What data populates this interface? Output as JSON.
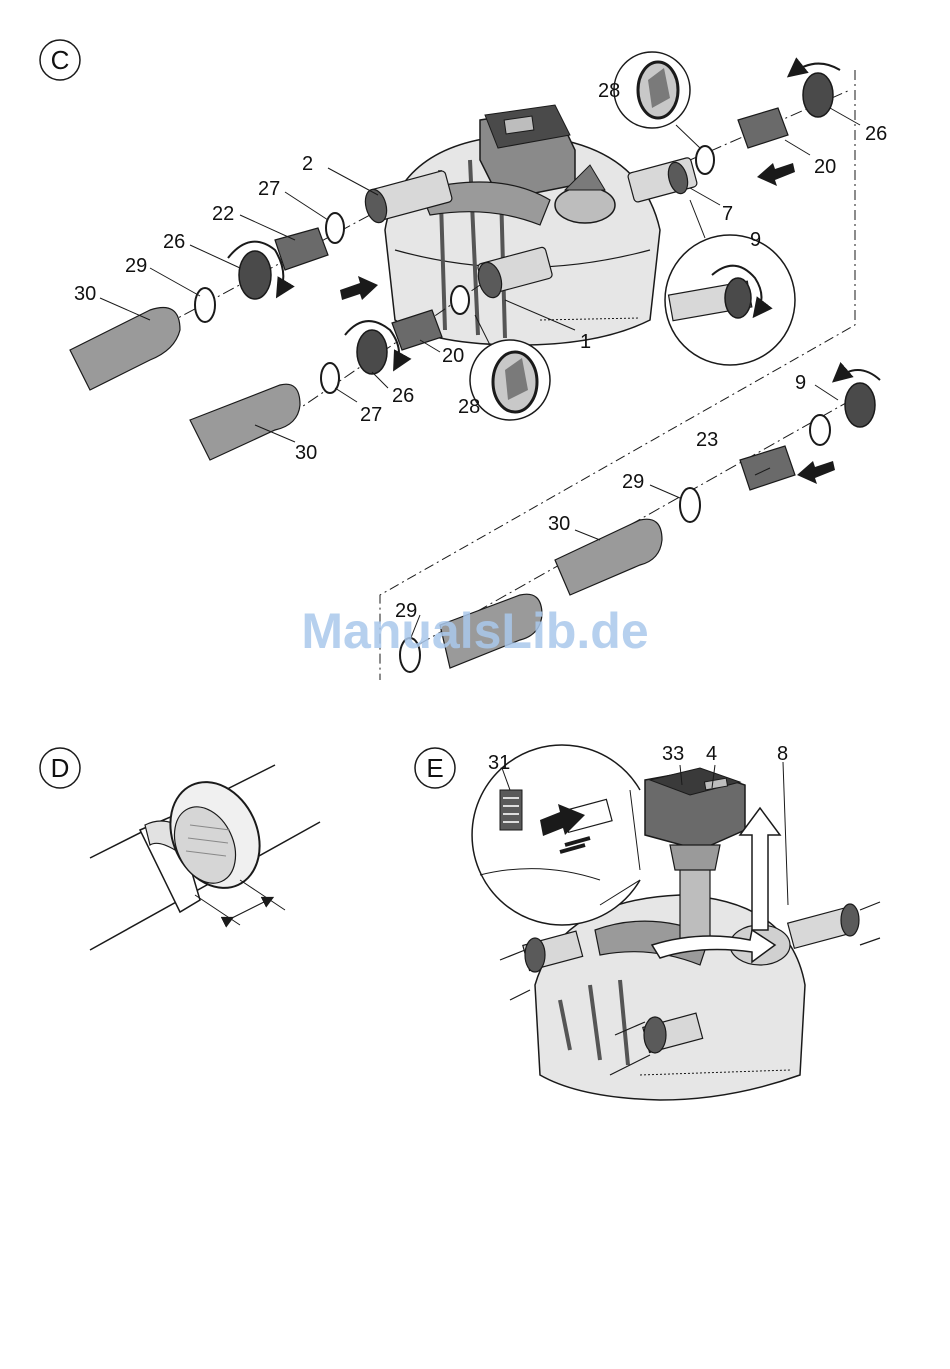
{
  "sections": {
    "c": "C",
    "d": "D",
    "e": "E"
  },
  "watermark": "ManualsLib.de",
  "labels": {
    "c": {
      "n28a": "28",
      "n26a": "26",
      "n20a": "20",
      "n2": "2",
      "n7": "7",
      "n9a": "9",
      "n27a": "27",
      "n22": "22",
      "n26b": "26",
      "n29a": "29",
      "n30a": "30",
      "n1": "1",
      "n20b": "20",
      "n26c": "26",
      "n27b": "27",
      "n28b": "28",
      "n30b": "30",
      "n9b": "9",
      "n23": "23",
      "n29b": "29",
      "n30c": "30",
      "n29c": "29"
    },
    "e": {
      "n31": "31",
      "n33": "33",
      "n4": "4",
      "n8": "8"
    }
  },
  "colors": {
    "line": "#1a1a1a",
    "hose": "#9a9a9a",
    "part": "#cfcfcf",
    "dark": "#3a3a3a",
    "watermark": "#aac8ec"
  }
}
